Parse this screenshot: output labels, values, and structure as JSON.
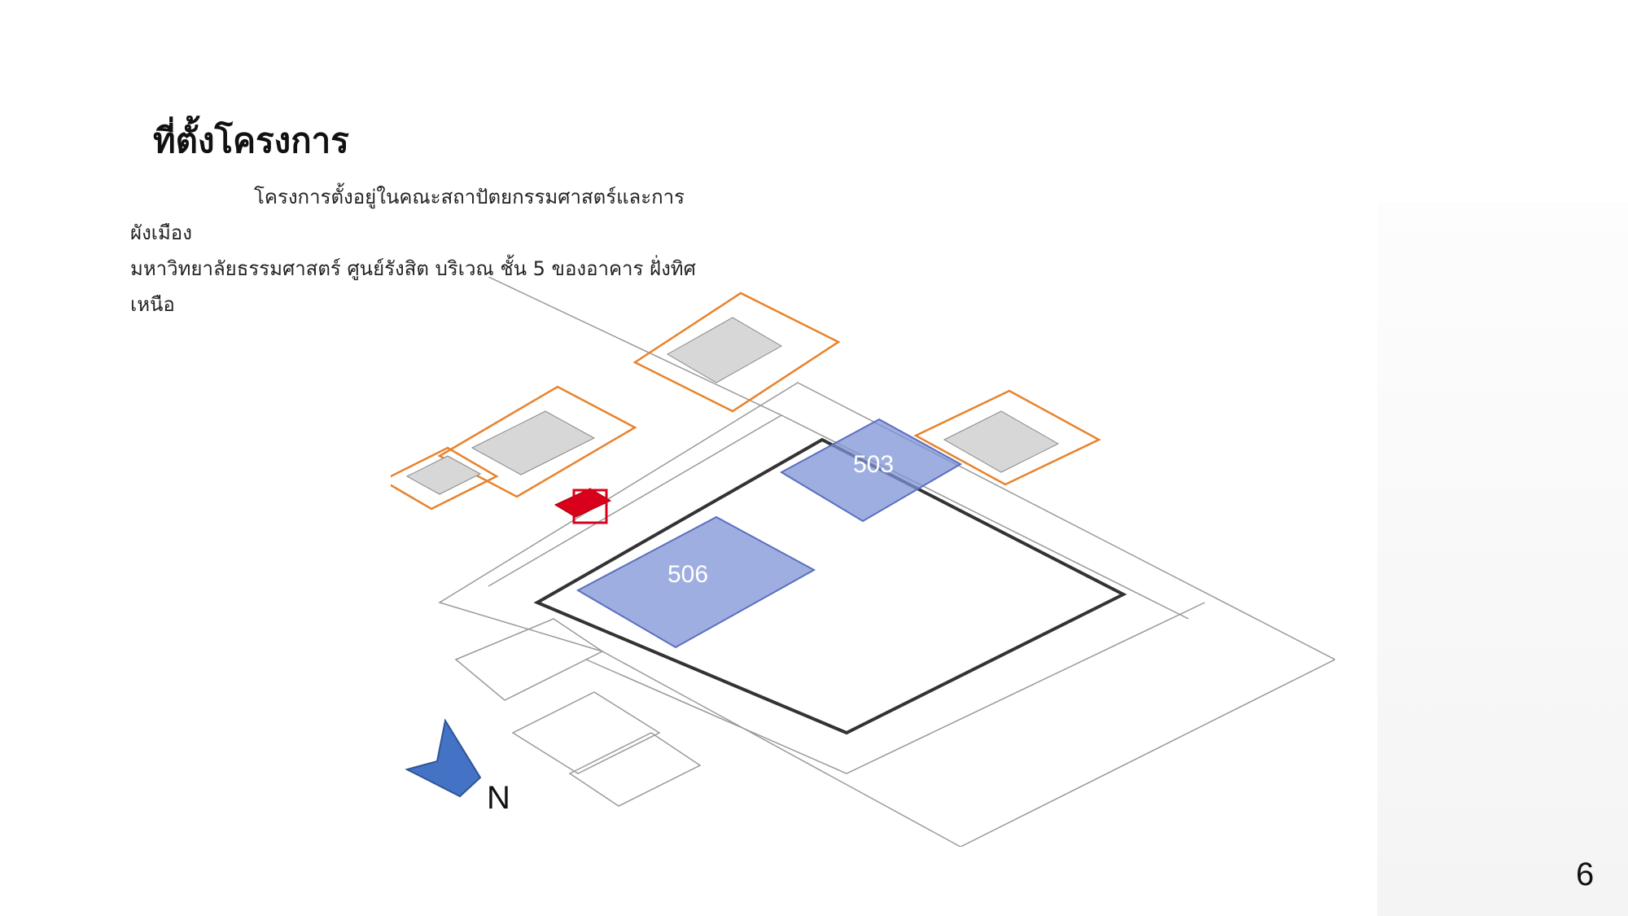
{
  "slide": {
    "title": "ที่ตั้งโครงการ",
    "body_line1": "โครงการตั้งอยู่ในคณะสถาปัตยกรรมศาสตร์และการผังเมือง",
    "body_line2": "มหาวิทยาลัยธรรมศาสตร์ ศูนย์รังสิต บริเวณ ชั้น 5 ของอาคาร ฝั่งทิศเหนือ",
    "page_number": "6"
  },
  "floor_plan": {
    "highlighted_rooms": [
      {
        "id": "503"
      },
      {
        "id": "506"
      }
    ],
    "highlight_color": "#7f93d6",
    "outline_color": "#e8822c",
    "marker_color": "#d9001b"
  },
  "compass": {
    "label": "N",
    "arrow_color": "#4472c4",
    "arrow_icon": "north-arrow-icon"
  }
}
